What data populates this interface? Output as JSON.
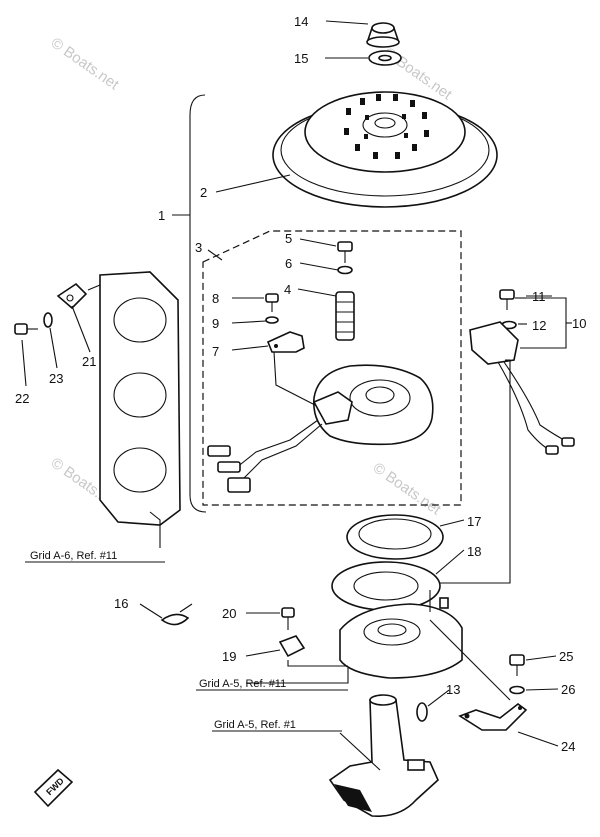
{
  "callouts": [
    {
      "id": "14",
      "text": "14"
    },
    {
      "id": "15",
      "text": "15"
    },
    {
      "id": "2",
      "text": "2"
    },
    {
      "id": "1",
      "text": "1"
    },
    {
      "id": "3",
      "text": "3"
    },
    {
      "id": "5",
      "text": "5"
    },
    {
      "id": "6",
      "text": "6"
    },
    {
      "id": "4",
      "text": "4"
    },
    {
      "id": "8",
      "text": "8"
    },
    {
      "id": "9",
      "text": "9"
    },
    {
      "id": "7",
      "text": "7"
    },
    {
      "id": "11",
      "text": "11"
    },
    {
      "id": "12",
      "text": "12"
    },
    {
      "id": "10",
      "text": "10"
    },
    {
      "id": "21",
      "text": "21"
    },
    {
      "id": "22",
      "text": "22"
    },
    {
      "id": "23",
      "text": "23"
    },
    {
      "id": "17",
      "text": "17"
    },
    {
      "id": "18",
      "text": "18"
    },
    {
      "id": "16",
      "text": "16"
    },
    {
      "id": "20",
      "text": "20"
    },
    {
      "id": "19",
      "text": "19"
    },
    {
      "id": "25",
      "text": "25"
    },
    {
      "id": "26",
      "text": "26"
    },
    {
      "id": "13",
      "text": "13"
    },
    {
      "id": "24",
      "text": "24"
    }
  ],
  "references": [
    {
      "text": "Grid A-6, Ref. #11"
    },
    {
      "text": "Grid A-5, Ref. #11"
    },
    {
      "text": "Grid A-5, Ref. #1"
    }
  ],
  "watermark": "© Boats.net",
  "fwd_mark": "FWD"
}
